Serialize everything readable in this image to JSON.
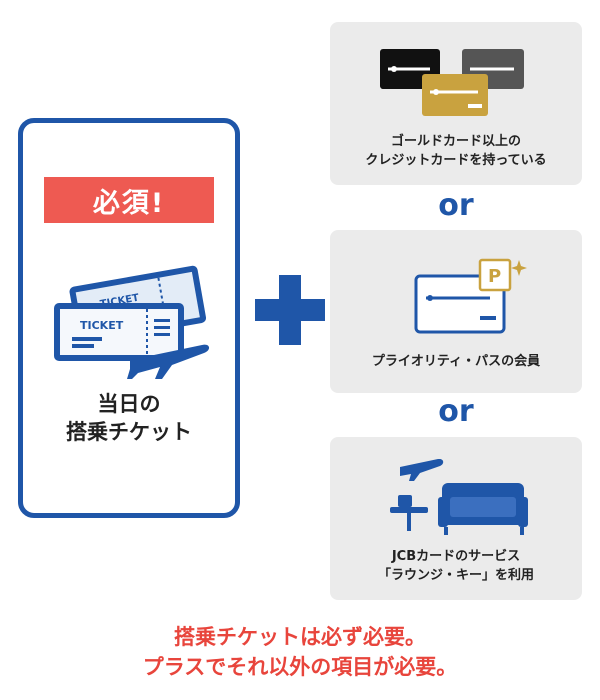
{
  "left": {
    "badge": "必須!",
    "ticket_text_front": "TICKET",
    "ticket_text_back": "TICKET",
    "label_line1": "当日の",
    "label_line2": "搭乗チケット"
  },
  "options": [
    {
      "line1": "ゴールドカード以上の",
      "line2": "クレジットカードを持っている",
      "icon": "credit-cards-icon"
    },
    {
      "line1": "プライオリティ・パスの会員",
      "line2": "",
      "icon": "priority-pass-card-icon"
    },
    {
      "line1": "JCBカードのサービス",
      "line2": "「ラウンジ・キー」を利用",
      "icon": "lounge-sofa-icon"
    }
  ],
  "or_label": "or",
  "priority_mark": "P",
  "footer": {
    "line1": "搭乗チケットは必ず必要。",
    "line2": "プラスでそれ以外の項目が必要。"
  },
  "colors": {
    "accent": "#1f56a8",
    "badge": "#ee5a52",
    "gold": "#c9a23f",
    "footer": "#e8453c"
  }
}
